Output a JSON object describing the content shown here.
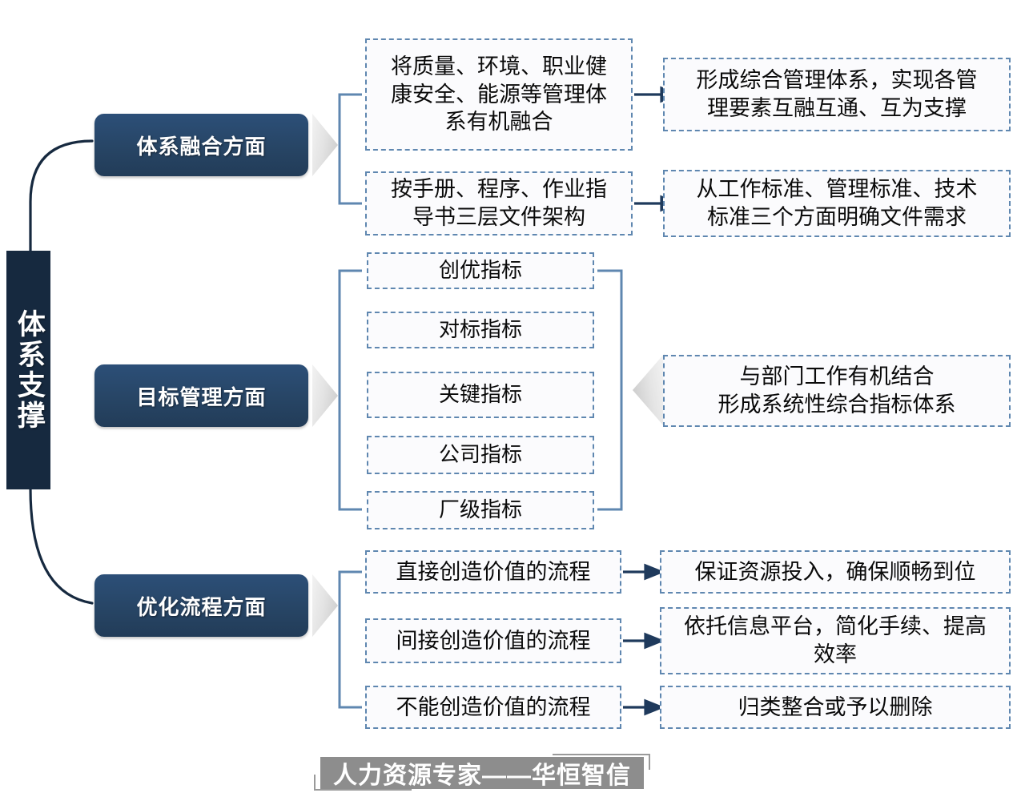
{
  "diagram": {
    "title_vertical": "体系支撑",
    "branches": [
      {
        "key": "system-integration",
        "label": "体系融合方面",
        "items": [
          {
            "source": "将质量、环境、职业健\n康安全、能源等管理体\n系有机融合",
            "result": "形成综合管理体系，实现各管\n理要素互融互通、互为支撑"
          },
          {
            "source": "按手册、程序、作业指\n导书三层文件架构",
            "result": "从工作标准、管理标准、技术\n标准三个方面明确文件需求"
          }
        ]
      },
      {
        "key": "goal-management",
        "label": "目标管理方面",
        "indicators": [
          "创优指标",
          "对标指标",
          "关键指标",
          "公司指标",
          "厂级指标"
        ],
        "summary": "与部门工作有机结合\n形成系统性综合指标体系"
      },
      {
        "key": "process-optimization",
        "label": "优化流程方面",
        "items": [
          {
            "source": "直接创造价值的流程",
            "result": "保证资源投入，确保顺畅到位"
          },
          {
            "source": "间接创造价值的流程",
            "result": "依托信息平台，简化手续、提高\n效率"
          },
          {
            "source": "不能创造价值的流程",
            "result": "归类整合或予以删除"
          }
        ]
      }
    ]
  },
  "footer": {
    "watermark": "人力资源专家——华恒智信"
  },
  "colors": {
    "navy": "#16293f",
    "pill_blue": "#274565",
    "dash_blue": "#5f87b0",
    "chevron_gray": "#d9d9d9",
    "footer_gray": "#8d8d8d"
  }
}
